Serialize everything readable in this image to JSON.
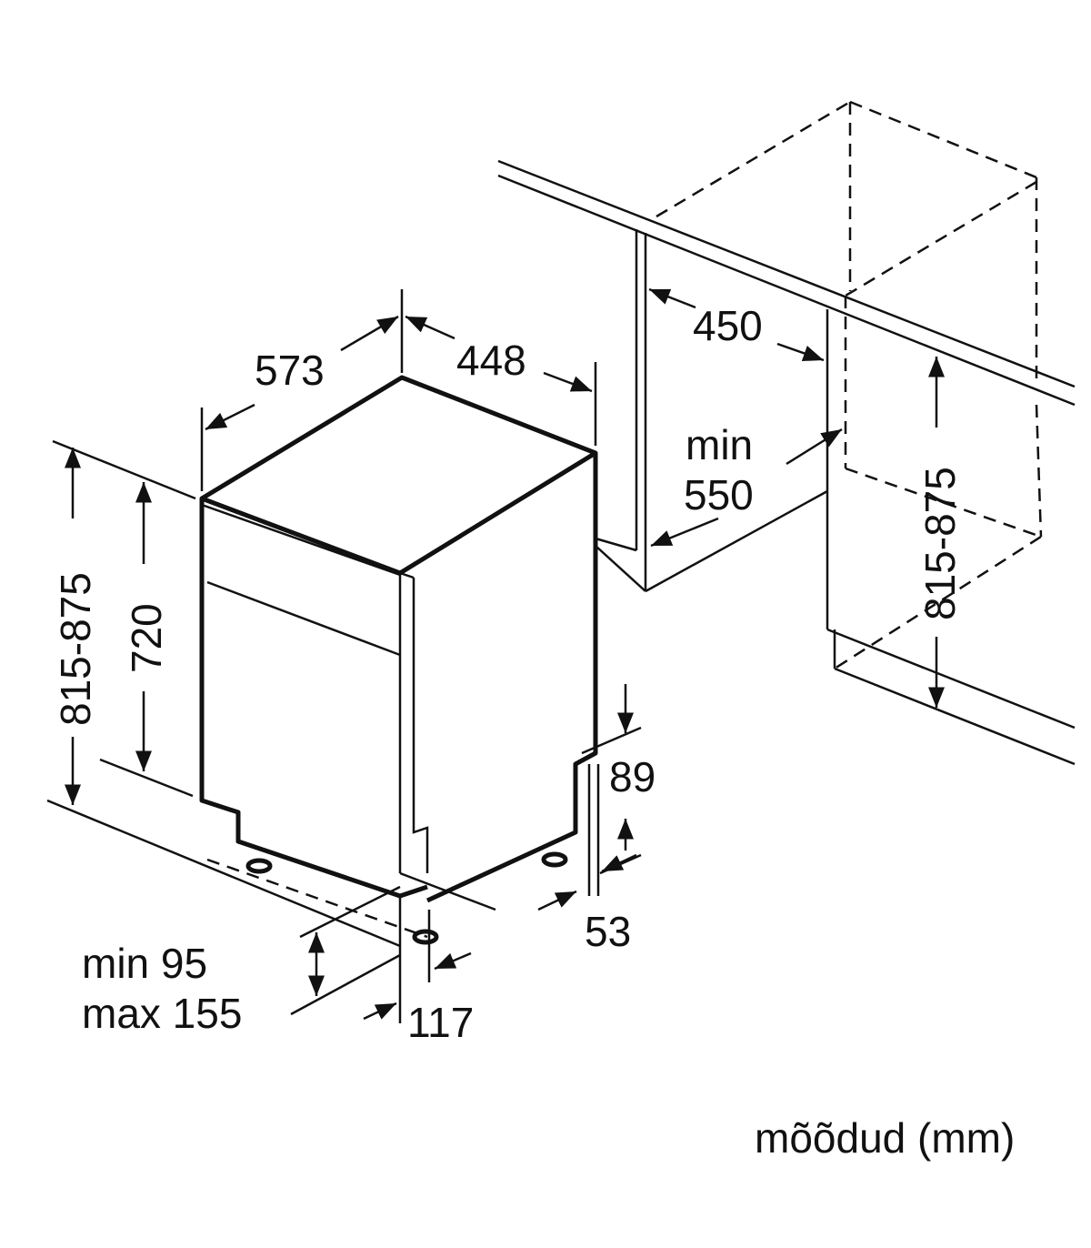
{
  "diagram": {
    "labels": {
      "depth": "573",
      "width": "448",
      "niche_width": "450",
      "niche_depth_min": "min",
      "niche_depth_value": "550",
      "niche_height": "815-875",
      "total_height": "815-875",
      "body_height": "720",
      "recess": "89",
      "foot_offset": "53",
      "plinth_min": "min 95",
      "plinth_max": "max 155",
      "front_offset": "117"
    },
    "units_note": "mõõdud (mm)"
  }
}
